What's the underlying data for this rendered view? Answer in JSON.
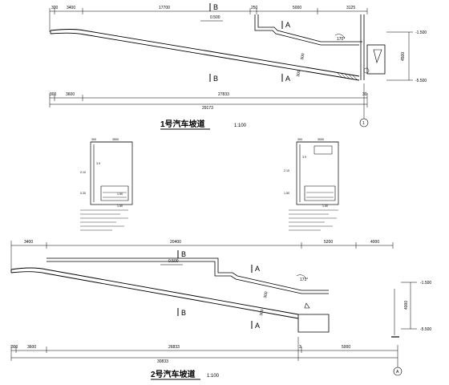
{
  "ramp1": {
    "title": "1号汽车坡道",
    "scale": "1:100",
    "dims_top": [
      "300",
      "3400",
      "17700",
      "250",
      "5000",
      "3125"
    ],
    "dims_bottom": [
      "300",
      "3600",
      "27833",
      "30"
    ],
    "dims_total": "29173",
    "slope_label": "0.500",
    "thickness_label": "300",
    "angle_label": "170°",
    "right_levels": [
      "-1.500",
      "-5.500"
    ],
    "right_dim": "4500",
    "axis_label": "1",
    "sections": [
      "B",
      "A",
      "B",
      "A"
    ]
  },
  "detail_left": {
    "dims": [
      "300",
      "3500"
    ],
    "labels": [
      "3.9",
      "2.10",
      "0.30",
      "1.50",
      "1.50"
    ]
  },
  "detail_right": {
    "dims": [
      "300",
      "3000"
    ],
    "labels": [
      "3.9",
      "2.10",
      "1.50",
      "1.50"
    ]
  },
  "ramp2": {
    "title": "2号汽车坡道",
    "scale": "1:100",
    "dims_top": [
      "3400",
      "20400",
      "5200",
      "4000"
    ],
    "dims_bottom": [
      "300",
      "3600",
      "26833",
      "3"
    ],
    "dims_total_right": "5000",
    "dims_total": "30833",
    "slope_label": "0.500",
    "thickness_label": "300",
    "angle_label": "171°",
    "right_levels": [
      "-1.500",
      "-5.500"
    ],
    "right_dim": "4000",
    "axis_label": "A",
    "sections": [
      "B",
      "A",
      "B",
      "A"
    ]
  }
}
